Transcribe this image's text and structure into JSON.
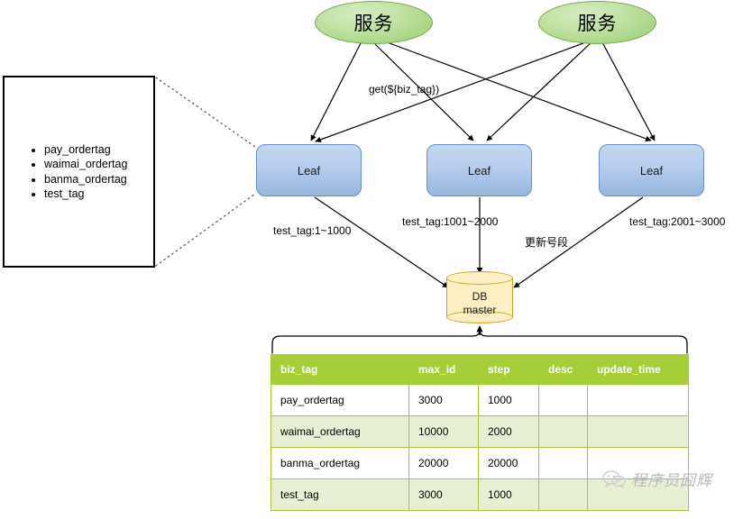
{
  "diagram": {
    "services": [
      {
        "id": "service-1",
        "label": "服务"
      },
      {
        "id": "service-2",
        "label": "服务"
      }
    ],
    "leaf_nodes": [
      {
        "id": "leaf-1",
        "label": "Leaf"
      },
      {
        "id": "leaf-2",
        "label": "Leaf"
      },
      {
        "id": "leaf-3",
        "label": "Leaf"
      }
    ],
    "database": {
      "line1": "DB",
      "line2": "master"
    },
    "edge_labels": {
      "get_call": "get(${biz_tag})",
      "range_leaf1": "test_tag:1~1000",
      "range_leaf2": "test_tag:1001~2000",
      "range_leaf3": "test_tag:2001~3000",
      "update_segment": "更新号段"
    },
    "tag_list": {
      "items": [
        "pay_ordertag",
        "waimai_ordertag",
        "banma_ordertag",
        "test_tag"
      ]
    }
  },
  "table": {
    "headers": [
      "biz_tag",
      "max_id",
      "step",
      "desc",
      "update_time"
    ],
    "rows": [
      {
        "biz_tag": "pay_ordertag",
        "max_id": "3000",
        "step": "1000",
        "desc": "",
        "update_time": ""
      },
      {
        "biz_tag": "waimai_ordertag",
        "max_id": "10000",
        "step": "2000",
        "desc": "",
        "update_time": ""
      },
      {
        "biz_tag": "banma_ordertag",
        "max_id": "20000",
        "step": "20000",
        "desc": "",
        "update_time": ""
      },
      {
        "biz_tag": "test_tag",
        "max_id": "3000",
        "step": "1000",
        "desc": "",
        "update_time": ""
      }
    ]
  },
  "watermark": {
    "text": "程序员囧辉"
  },
  "colors": {
    "service_fill": "#97cc6e",
    "leaf_fill": "#b6cded",
    "db_fill": "#fdeec4",
    "table_header": "#a6ce39",
    "table_row_alt": "#e8f0d4"
  }
}
